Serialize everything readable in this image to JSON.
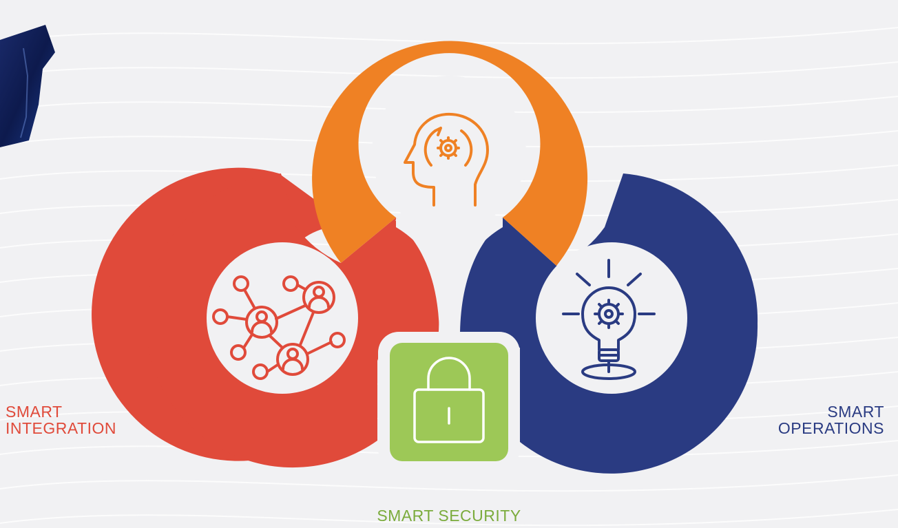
{
  "segments": {
    "integration": {
      "line1": "SMART",
      "line2": "INTEGRATION",
      "color": "#e04a3a",
      "icon": "network-people-icon"
    },
    "operations": {
      "line1": "SMART",
      "line2": "OPERATIONS",
      "color": "#2a3b82",
      "icon": "lightbulb-gear-icon"
    },
    "intelligence": {
      "color": "#ef8124",
      "icon": "head-gear-icon"
    },
    "security": {
      "label": "SMART SECURITY",
      "color": "#9dc857",
      "icon": "padlock-icon"
    }
  }
}
